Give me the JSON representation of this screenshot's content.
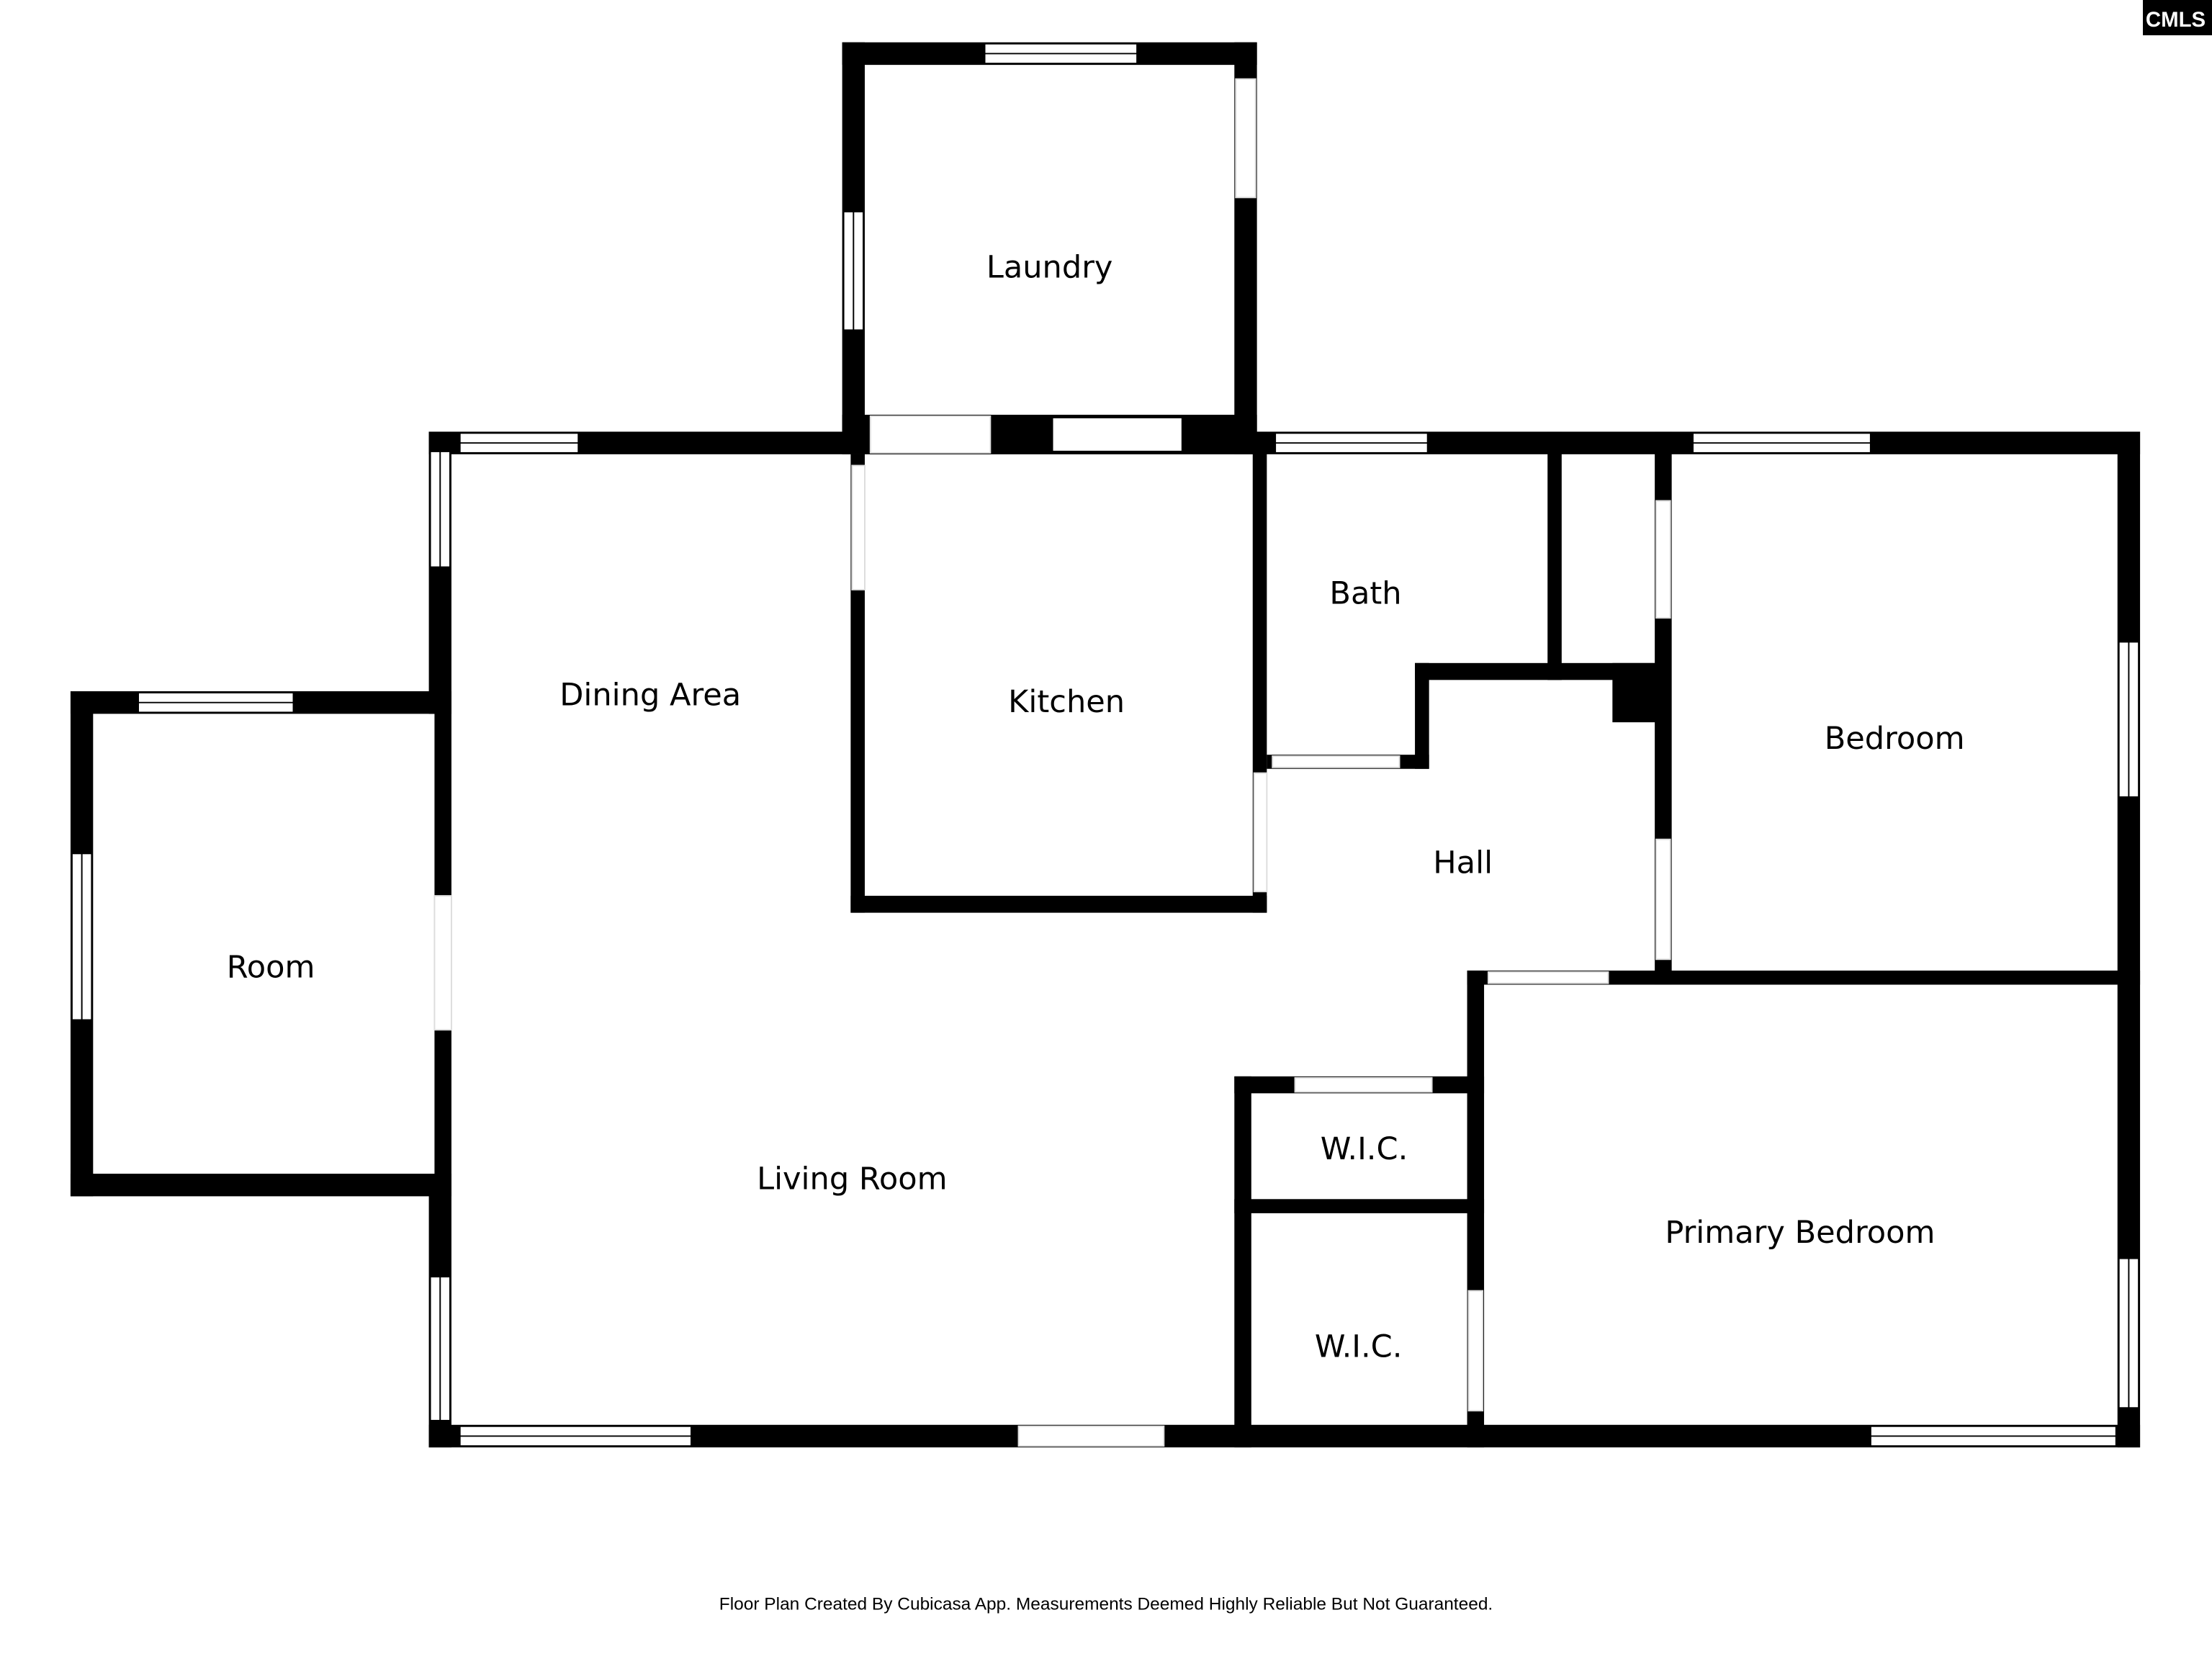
{
  "rooms": {
    "laundry": "Laundry",
    "dining_area": "Dining Area",
    "kitchen": "Kitchen",
    "bath": "Bath",
    "bedroom": "Bedroom",
    "hall": "Hall",
    "room": "Room",
    "living_room": "Living Room",
    "wic_1": "W.I.C.",
    "wic_2": "W.I.C.",
    "primary_bedroom": "Primary Bedroom"
  },
  "footer": "Floor Plan Created By Cubicasa App. Measurements Deemed Highly Reliable But Not Guaranteed.",
  "logo": {
    "text": "CMLS"
  }
}
